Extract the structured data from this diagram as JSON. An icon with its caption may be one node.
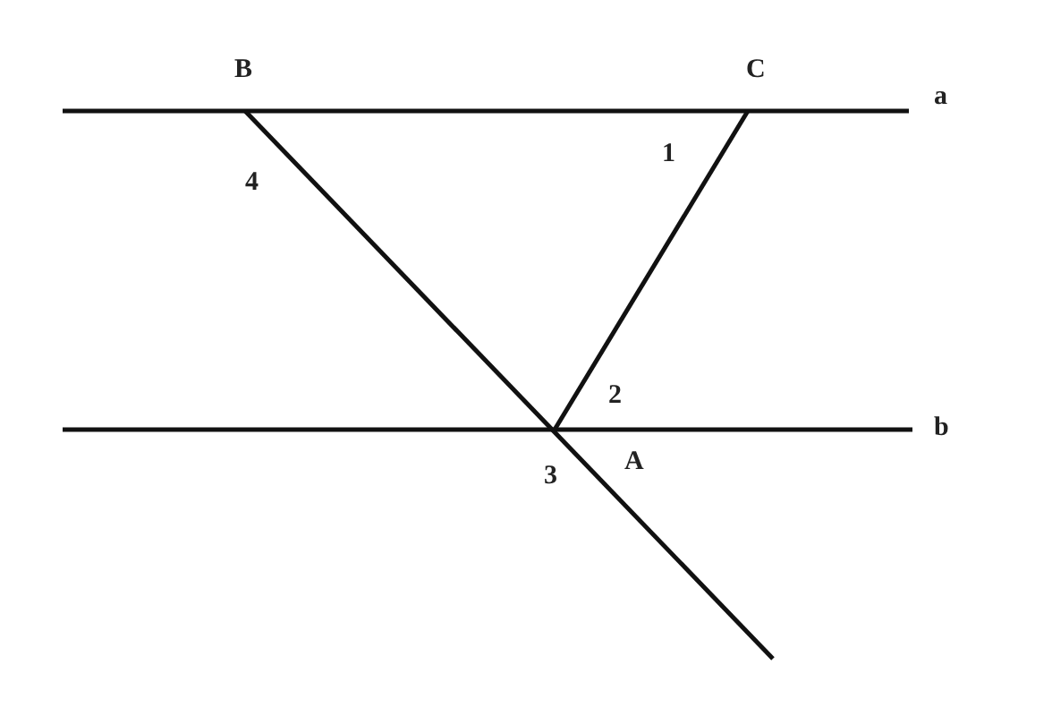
{
  "diagram": {
    "labels": [
      "B",
      "C",
      "a",
      "1",
      "4",
      "2",
      "b",
      "3",
      "A"
    ]
  }
}
